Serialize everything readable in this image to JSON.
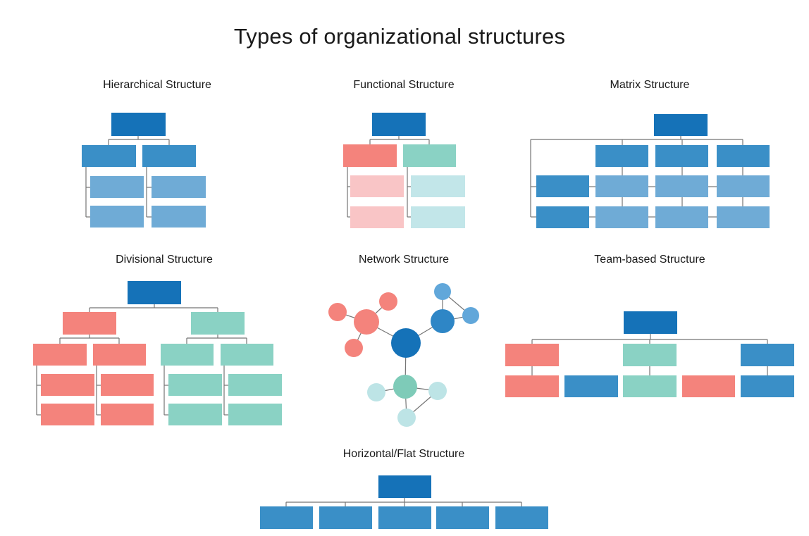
{
  "title": "Types of organizational structures",
  "colors": {
    "dark_blue": "#1572b8",
    "medium_blue": "#3a8fc7",
    "light_blue": "#6fabd6",
    "blue_node": "#2e86c6",
    "sky_blue": "#61a7da",
    "salmon": "#f4837c",
    "light_pink": "#f9c5c6",
    "teal": "#8ad2c4",
    "teal_node": "#7ecbb8",
    "light_teal": "#c2e6e9",
    "light_teal_node": "#bde4e6",
    "connector": "#757575",
    "text": "#1a1a1a"
  },
  "panels": [
    {
      "id": "hierarchical",
      "label": "Hierarchical Structure"
    },
    {
      "id": "functional",
      "label": "Functional Structure"
    },
    {
      "id": "matrix",
      "label": "Matrix Structure"
    },
    {
      "id": "divisional",
      "label": "Divisional Structure"
    },
    {
      "id": "network",
      "label": "Network Structure"
    },
    {
      "id": "team",
      "label": "Team-based Structure"
    },
    {
      "id": "flat",
      "label": "Horizontal/Flat Structure"
    }
  ],
  "shapes": {
    "lines": [
      [
        196,
        193,
        196,
        198
      ],
      [
        154,
        198,
        240,
        198
      ],
      [
        154,
        198,
        154,
        206
      ],
      [
        240,
        198,
        240,
        206
      ],
      [
        122,
        237,
        122,
        308
      ],
      [
        122,
        266,
        128,
        266
      ],
      [
        122,
        308,
        128,
        308
      ],
      [
        208,
        237,
        208,
        308
      ],
      [
        208,
        266,
        215,
        266
      ],
      [
        208,
        308,
        215,
        308
      ],
      [
        566,
        193,
        566,
        198
      ],
      [
        525,
        198,
        609,
        198
      ],
      [
        525,
        198,
        525,
        205
      ],
      [
        609,
        198,
        609,
        205
      ],
      [
        493,
        237,
        493,
        308
      ],
      [
        493,
        265,
        497,
        265
      ],
      [
        493,
        308,
        497,
        308
      ],
      [
        578,
        237,
        578,
        308
      ],
      [
        578,
        265,
        583,
        265
      ],
      [
        578,
        308,
        583,
        308
      ],
      [
        966,
        193,
        966,
        198
      ],
      [
        753,
        198,
        1054,
        198
      ],
      [
        883,
        198,
        883,
        206
      ],
      [
        968,
        198,
        968,
        206
      ],
      [
        1054,
        198,
        1054,
        206
      ],
      [
        753,
        198,
        753,
        308
      ],
      [
        753,
        265,
        761,
        265
      ],
      [
        753,
        308,
        761,
        308
      ],
      [
        883,
        237,
        883,
        249
      ],
      [
        968,
        237,
        968,
        249
      ],
      [
        1054,
        237,
        1054,
        249
      ],
      [
        883,
        280,
        883,
        293
      ],
      [
        968,
        280,
        968,
        293
      ],
      [
        1054,
        280,
        1054,
        293
      ],
      [
        836,
        265,
        845,
        265
      ],
      [
        920,
        265,
        930,
        265
      ],
      [
        1005,
        265,
        1017,
        265
      ],
      [
        836,
        308,
        845,
        308
      ],
      [
        920,
        308,
        930,
        308
      ],
      [
        1005,
        308,
        1017,
        308
      ],
      [
        219,
        432,
        219,
        437
      ],
      [
        127,
        437,
        309,
        437
      ],
      [
        127,
        437,
        127,
        443
      ],
      [
        309,
        437,
        309,
        443
      ],
      [
        127,
        475,
        127,
        480
      ],
      [
        85,
        480,
        169,
        480
      ],
      [
        85,
        480,
        85,
        488
      ],
      [
        169,
        480,
        169,
        488
      ],
      [
        309,
        475,
        309,
        480
      ],
      [
        265,
        480,
        350,
        480
      ],
      [
        265,
        480,
        265,
        488
      ],
      [
        350,
        480,
        350,
        488
      ],
      [
        52,
        519,
        52,
        589
      ],
      [
        52,
        547,
        58,
        547
      ],
      [
        52,
        589,
        58,
        589
      ],
      [
        137,
        519,
        137,
        589
      ],
      [
        137,
        547,
        143,
        547
      ],
      [
        137,
        589,
        143,
        589
      ],
      [
        233,
        519,
        233,
        589
      ],
      [
        233,
        547,
        239,
        547
      ],
      [
        233,
        589,
        239,
        589
      ],
      [
        318,
        519,
        318,
        589
      ],
      [
        318,
        547,
        324,
        547
      ],
      [
        318,
        589,
        324,
        589
      ],
      [
        576,
        487,
        520,
        457
      ],
      [
        576,
        487,
        628,
        456
      ],
      [
        576,
        487,
        575,
        549
      ],
      [
        520,
        457,
        479,
        443
      ],
      [
        520,
        457,
        551,
        428
      ],
      [
        520,
        457,
        502,
        494
      ],
      [
        628,
        456,
        628,
        414
      ],
      [
        628,
        456,
        668,
        448
      ],
      [
        628,
        414,
        668,
        448
      ],
      [
        575,
        549,
        534,
        557
      ],
      [
        575,
        549,
        621,
        555
      ],
      [
        575,
        549,
        577,
        593
      ],
      [
        577,
        593,
        621,
        555
      ],
      [
        923,
        474,
        923,
        482
      ],
      [
        755,
        482,
        1089,
        482
      ],
      [
        755,
        482,
        755,
        488
      ],
      [
        922,
        482,
        922,
        488
      ],
      [
        1089,
        482,
        1089,
        488
      ],
      [
        755,
        520,
        755,
        533
      ],
      [
        922,
        520,
        922,
        533
      ],
      [
        1089,
        520,
        1089,
        533
      ],
      [
        574,
        707,
        574,
        713
      ],
      [
        406,
        713,
        740,
        713
      ],
      [
        406,
        713,
        406,
        719
      ],
      [
        490,
        713,
        490,
        719
      ],
      [
        574,
        713,
        574,
        719
      ],
      [
        656,
        713,
        656,
        719
      ],
      [
        740,
        713,
        740,
        719
      ]
    ],
    "rects": [
      [
        158,
        160,
        77,
        33,
        "dark_blue"
      ],
      [
        116,
        206,
        77,
        31,
        "medium_blue"
      ],
      [
        202,
        206,
        76,
        31,
        "medium_blue"
      ],
      [
        128,
        250,
        76,
        31,
        "light_blue"
      ],
      [
        215,
        250,
        77,
        31,
        "light_blue"
      ],
      [
        128,
        292,
        76,
        31,
        "light_blue"
      ],
      [
        215,
        292,
        77,
        31,
        "light_blue"
      ],
      [
        528,
        160,
        76,
        33,
        "dark_blue"
      ],
      [
        487,
        205,
        76,
        32,
        "salmon"
      ],
      [
        572,
        205,
        75,
        32,
        "teal"
      ],
      [
        497,
        249,
        76,
        31,
        "light_pink"
      ],
      [
        497,
        293,
        76,
        31,
        "light_pink"
      ],
      [
        583,
        249,
        77,
        31,
        "light_teal"
      ],
      [
        583,
        293,
        77,
        31,
        "light_teal"
      ],
      [
        928,
        162,
        76,
        31,
        "dark_blue"
      ],
      [
        845,
        206,
        75,
        31,
        "medium_blue"
      ],
      [
        930,
        206,
        75,
        31,
        "medium_blue"
      ],
      [
        1017,
        206,
        75,
        31,
        "medium_blue"
      ],
      [
        761,
        249,
        75,
        31,
        "medium_blue"
      ],
      [
        845,
        249,
        75,
        31,
        "light_blue"
      ],
      [
        930,
        249,
        75,
        31,
        "light_blue"
      ],
      [
        1017,
        249,
        75,
        31,
        "light_blue"
      ],
      [
        761,
        293,
        75,
        31,
        "medium_blue"
      ],
      [
        845,
        293,
        75,
        31,
        "light_blue"
      ],
      [
        930,
        293,
        75,
        31,
        "light_blue"
      ],
      [
        1017,
        293,
        75,
        31,
        "light_blue"
      ],
      [
        181,
        399,
        76,
        33,
        "dark_blue"
      ],
      [
        89,
        443,
        76,
        32,
        "salmon"
      ],
      [
        271,
        443,
        76,
        32,
        "teal"
      ],
      [
        47,
        488,
        76,
        31,
        "salmon"
      ],
      [
        132,
        488,
        75,
        31,
        "salmon"
      ],
      [
        228,
        488,
        75,
        31,
        "teal"
      ],
      [
        313,
        488,
        75,
        31,
        "teal"
      ],
      [
        58,
        531,
        76,
        31,
        "salmon"
      ],
      [
        58,
        573,
        76,
        31,
        "salmon"
      ],
      [
        143,
        531,
        75,
        31,
        "salmon"
      ],
      [
        143,
        573,
        75,
        31,
        "salmon"
      ],
      [
        239,
        531,
        76,
        31,
        "teal"
      ],
      [
        239,
        573,
        76,
        31,
        "teal"
      ],
      [
        324,
        531,
        76,
        31,
        "teal"
      ],
      [
        324,
        573,
        76,
        31,
        "teal"
      ],
      [
        885,
        442,
        76,
        32,
        "dark_blue"
      ],
      [
        717,
        488,
        76,
        32,
        "salmon"
      ],
      [
        884,
        488,
        76,
        32,
        "teal"
      ],
      [
        1051,
        488,
        76,
        32,
        "medium_blue"
      ],
      [
        717,
        533,
        76,
        31,
        "salmon"
      ],
      [
        801,
        533,
        76,
        31,
        "medium_blue"
      ],
      [
        884,
        533,
        76,
        31,
        "teal"
      ],
      [
        968,
        533,
        75,
        31,
        "salmon"
      ],
      [
        1051,
        533,
        76,
        31,
        "medium_blue"
      ],
      [
        537,
        675,
        75,
        32,
        "dark_blue"
      ],
      [
        369,
        719,
        75,
        32,
        "medium_blue"
      ],
      [
        453,
        719,
        75,
        32,
        "medium_blue"
      ],
      [
        537,
        719,
        75,
        32,
        "medium_blue"
      ],
      [
        619,
        719,
        75,
        32,
        "medium_blue"
      ],
      [
        703,
        719,
        75,
        32,
        "medium_blue"
      ]
    ],
    "circles": [
      [
        520,
        457,
        18,
        "salmon"
      ],
      [
        479,
        443,
        13,
        "salmon"
      ],
      [
        551,
        428,
        13,
        "salmon"
      ],
      [
        502,
        494,
        13,
        "salmon"
      ],
      [
        628,
        456,
        17,
        "blue_node"
      ],
      [
        628,
        414,
        12,
        "sky_blue"
      ],
      [
        668,
        448,
        12,
        "sky_blue"
      ],
      [
        575,
        549,
        17,
        "teal_node"
      ],
      [
        534,
        557,
        13,
        "light_teal_node"
      ],
      [
        621,
        555,
        13,
        "light_teal_node"
      ],
      [
        577,
        593,
        13,
        "light_teal_node"
      ],
      [
        576,
        487,
        21,
        "dark_blue"
      ]
    ]
  }
}
